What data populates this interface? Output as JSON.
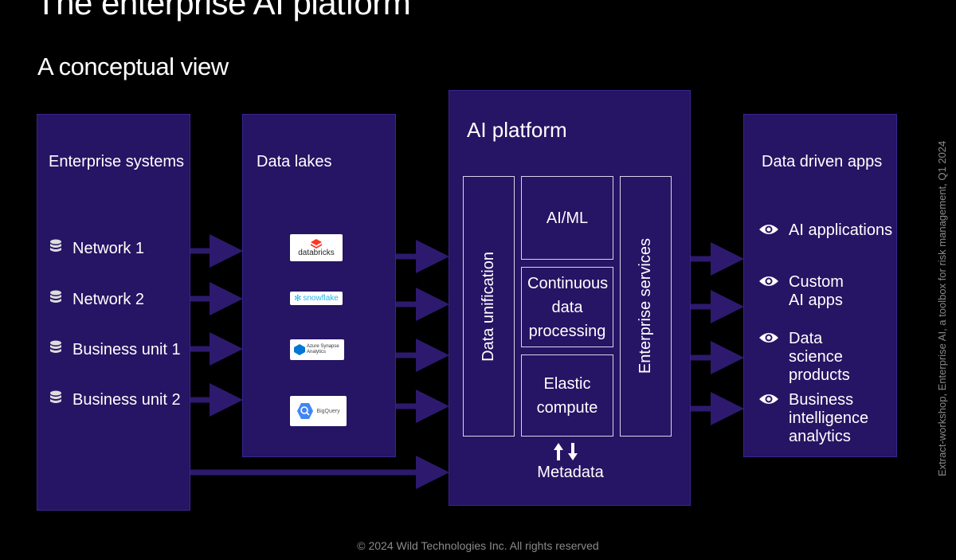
{
  "title": "The enterprise AI platform",
  "subtitle": "A conceptual view",
  "enterprise_systems": {
    "title": "Enterprise systems",
    "items": [
      {
        "label": "Network 1",
        "icon": "database-icon"
      },
      {
        "label": "Network 2",
        "icon": "database-icon"
      },
      {
        "label": "Business unit 1",
        "icon": "database-icon"
      },
      {
        "label": "Business unit 2",
        "icon": "database-icon"
      }
    ]
  },
  "data_lakes": {
    "title": "Data lakes",
    "logos": [
      {
        "name": "databricks",
        "text": "databricks",
        "color": "#ff3621"
      },
      {
        "name": "snowflake",
        "text": "snowflake",
        "color": "#29b5e8"
      },
      {
        "name": "azure-synapse",
        "text": "Azure Synapse Analytics",
        "color": "#0078d4"
      },
      {
        "name": "bigquery",
        "text": "BigQuery",
        "color": "#4285f4"
      }
    ]
  },
  "ai_platform": {
    "title": "AI platform",
    "data_unification": "Data unification",
    "aiml": "AI/ML",
    "continuous": "Continuous data processing",
    "elastic": "Elastic compute",
    "enterprise_services": "Enterprise services",
    "metadata": "Metadata"
  },
  "data_driven_apps": {
    "title": "Data driven apps",
    "items": [
      {
        "label": "AI applications",
        "icon": "eye-icon"
      },
      {
        "label": "Custom AI apps",
        "icon": "eye-icon"
      },
      {
        "label": "Data science products",
        "icon": "eye-icon"
      },
      {
        "label": "Business intelligence analytics",
        "icon": "eye-icon"
      }
    ]
  },
  "footer": "© 2024 Wild Technologies Inc. All rights reserved",
  "side_note": "Extract-workshop, Enterprise AI, a toolbox for risk management, Q1 2024",
  "colors": {
    "panel": "#261464",
    "arrow": "#2d1a6e",
    "background": "#000000"
  }
}
